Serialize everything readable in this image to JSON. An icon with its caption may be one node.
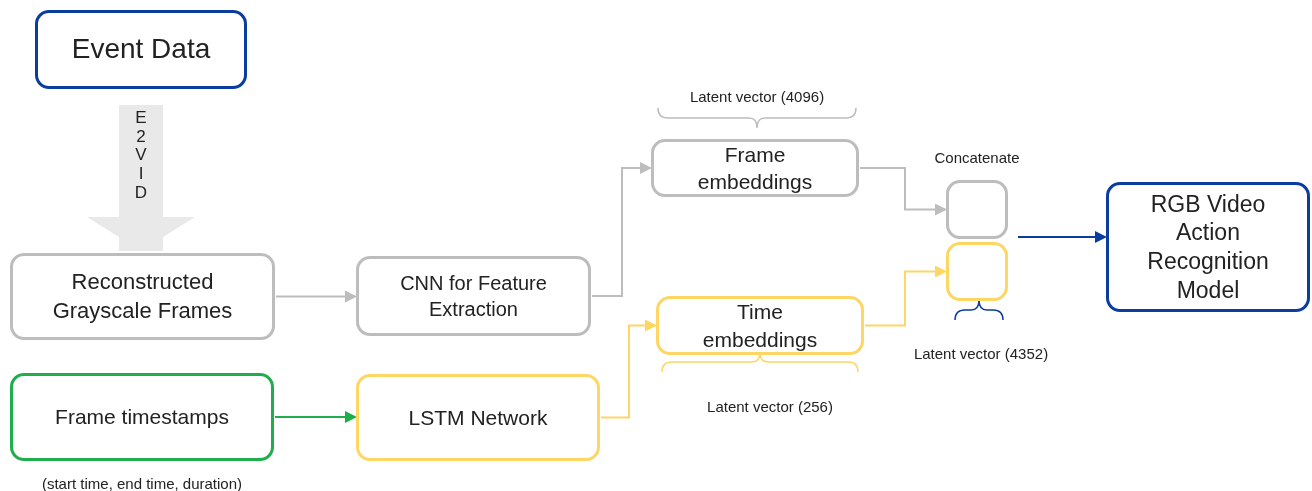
{
  "diagram": {
    "nodes": [
      {
        "text": [
          "Event Data"
        ]
      },
      {
        "text": [
          "Reconstructed Grayscale Frames"
        ]
      },
      {
        "text": [
          "CNN for Feature Extraction"
        ]
      },
      {
        "text": [
          "Frame embeddings"
        ],
        "beside": [
          "Latent vector (4096)"
        ]
      },
      {
        "text": [
          "Frame timestamps"
        ],
        "beside": [
          "(start time, end time, duration)"
        ]
      },
      {
        "text": [
          "LSTM Network"
        ]
      },
      {
        "text": [
          "Time embeddings"
        ],
        "beside": [
          "Latent vector (256)"
        ]
      },
      {
        "text": [],
        "shape": "box",
        "beside": [
          "Concatenate"
        ]
      },
      {
        "text": [],
        "shape": "box",
        "beside": [
          "Latent vector (4352)"
        ]
      },
      {
        "text": [
          "RGB Video Action Recognition Model"
        ]
      }
    ],
    "edges": [
      {
        "from": 0,
        "to": 1,
        "arrow": "to",
        "label": "E2VID",
        "style": "thick",
        "color": "#e9e9e9"
      },
      {
        "from": 1,
        "to": 2,
        "arrow": "to"
      },
      {
        "from": 2,
        "to": 3,
        "arrow": "to"
      },
      {
        "from": 3,
        "to": 7,
        "arrow": "to"
      },
      {
        "from": 4,
        "to": 5,
        "arrow": "to",
        "color": "#1fae4b"
      },
      {
        "from": 5,
        "to": 6,
        "arrow": "to",
        "color": "#fdd663"
      },
      {
        "from": 6,
        "to": 8,
        "arrow": "to",
        "color": "#fdd663"
      },
      {
        "from": 7,
        "to": 9,
        "arrow": "to",
        "color": "#0b3d9e"
      }
    ]
  }
}
